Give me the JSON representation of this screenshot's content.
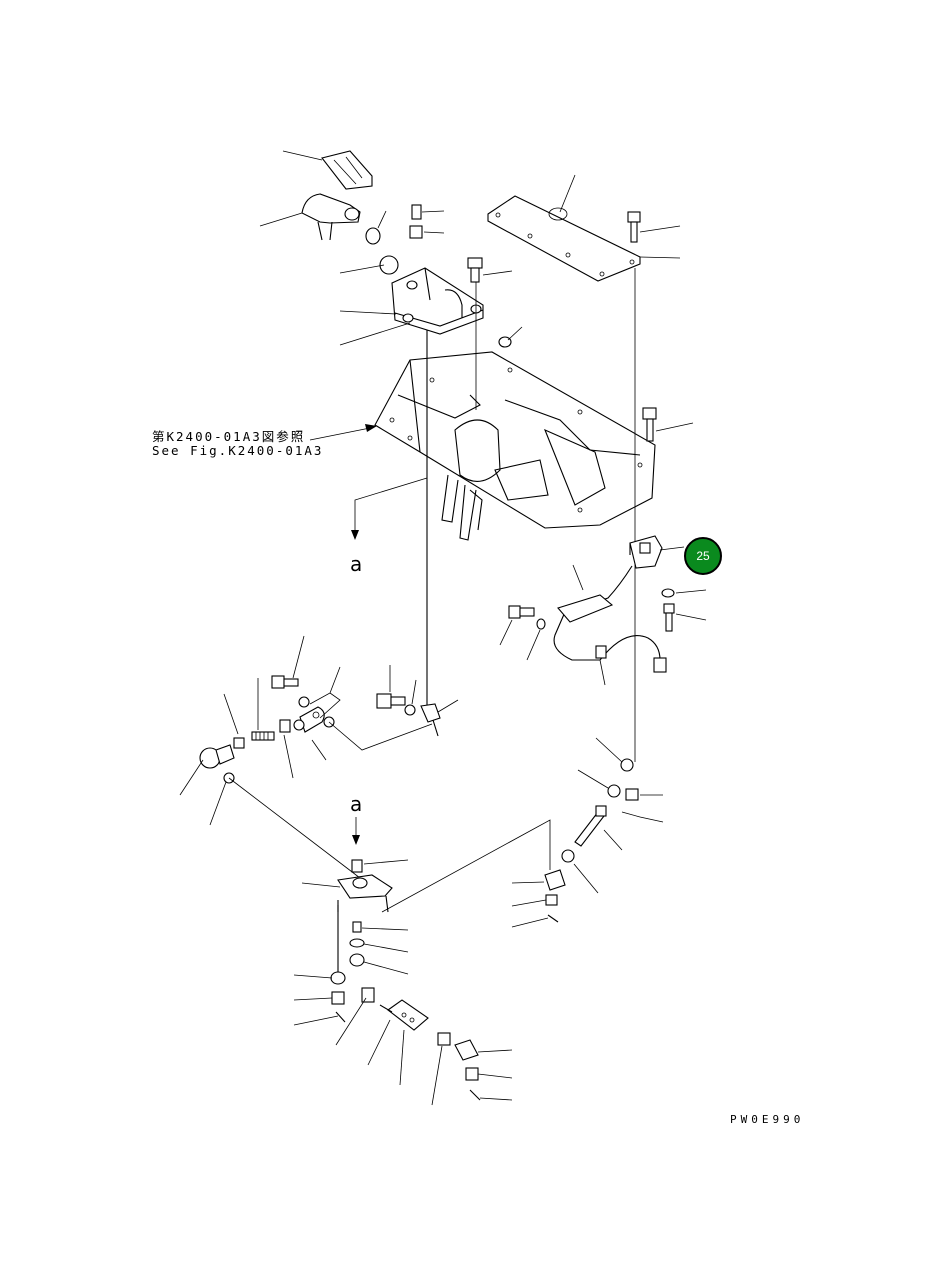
{
  "reference": {
    "jp": "第K2400-01A3図参照",
    "en": "See Fig.K2400-01A3"
  },
  "view_markers": {
    "upper": "a",
    "lower": "a"
  },
  "callout": {
    "number": "25",
    "color": "#0a8a1e"
  },
  "figure_code": "PW0E990"
}
